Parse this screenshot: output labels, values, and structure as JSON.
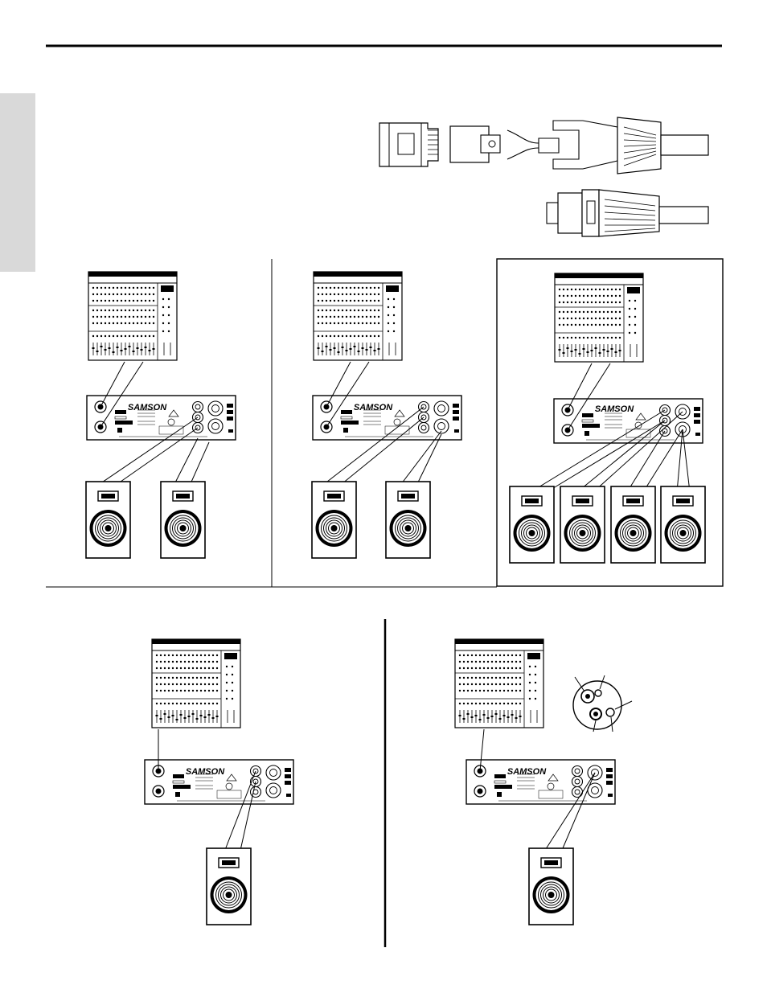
{
  "brand": {
    "label": "SAMSON"
  },
  "colors": {
    "ink": "#000000",
    "paper": "#ffffff",
    "tab_gray": "#d9d9d9"
  },
  "diagrams": {
    "top_row": [
      {
        "speakers": 2
      },
      {
        "speakers": 2
      },
      {
        "speakers": 4
      }
    ],
    "bottom_row": [
      {
        "speakers": 1
      },
      {
        "speakers": 1
      }
    ]
  },
  "icons": [
    "speakon-connector-icon",
    "mixer-icon",
    "amplifier-rear-panel-icon",
    "speaker-cabinet-icon",
    "speakon-socket-icon"
  ]
}
